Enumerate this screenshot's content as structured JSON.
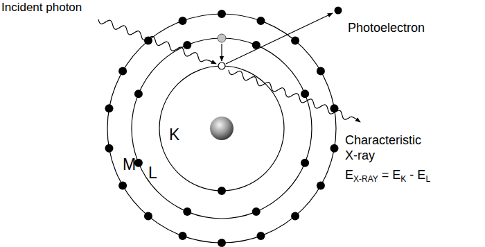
{
  "diagram": {
    "labels": [
      "Incident photon",
      "Photoelectron",
      "Characteristic X-ray",
      "E",
      "X-RAY",
      "= E",
      "K",
      "- E",
      "L",
      "K",
      "L",
      "M"
    ]
  }
}
